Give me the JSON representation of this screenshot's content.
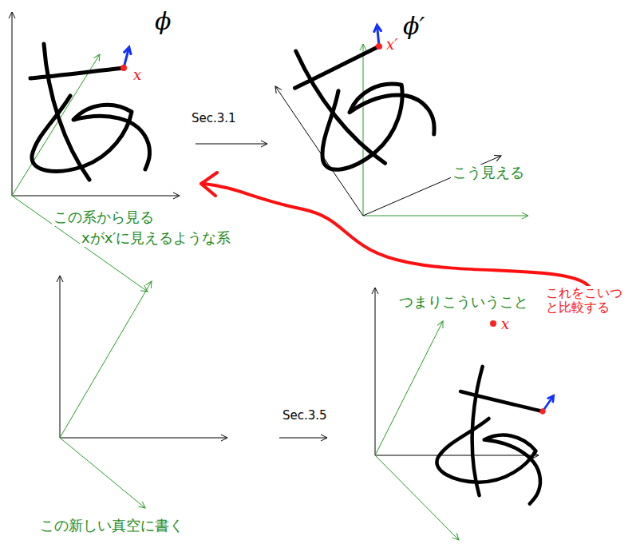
{
  "diagram": {
    "labels": [
      "ϕ",
      "x",
      "Sec.3.1",
      "x′",
      "ϕ′",
      "こう見える",
      "この系から見る",
      "xがx′に見えるような系",
      "つまりこういうこと",
      "これをこいつ と比較する",
      "Sec.3.5",
      "x",
      "この新しい真空に書く"
    ]
  }
}
